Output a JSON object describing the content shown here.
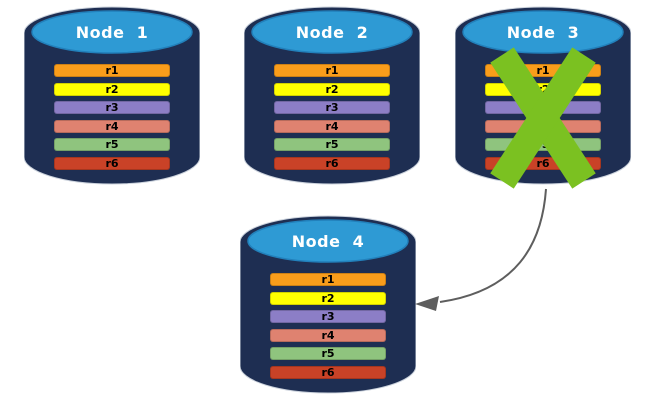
{
  "diagram": {
    "colors": {
      "background": "#FFFFFF",
      "cylinder_body": "#1E2E52",
      "cylinder_outline": "#CBD2DC",
      "cylinder_top": "#2E9AD4",
      "cylinder_top_stroke": "#2280BB",
      "title_text": "#FFFFFF",
      "row_text": "#000000",
      "x_mark": "#7BC121",
      "arrow": "#5E5E5E"
    },
    "nodes": [
      {
        "title": "Node  1",
        "failed": false,
        "rows": [
          {
            "label": "r1",
            "color": "#F99D1B"
          },
          {
            "label": "r2",
            "color": "#FFFF00"
          },
          {
            "label": "r3",
            "color": "#8C7EC6"
          },
          {
            "label": "r4",
            "color": "#DF8270"
          },
          {
            "label": "r5",
            "color": "#8FC47E"
          },
          {
            "label": "r6",
            "color": "#C94227"
          }
        ]
      },
      {
        "title": "Node  2",
        "failed": false,
        "rows": [
          {
            "label": "r1",
            "color": "#F99D1B"
          },
          {
            "label": "r2",
            "color": "#FFFF00"
          },
          {
            "label": "r3",
            "color": "#8C7EC6"
          },
          {
            "label": "r4",
            "color": "#DF8270"
          },
          {
            "label": "r5",
            "color": "#8FC47E"
          },
          {
            "label": "r6",
            "color": "#C94227"
          }
        ]
      },
      {
        "title": "Node  3",
        "failed": true,
        "rows": [
          {
            "label": "r1",
            "color": "#F99D1B"
          },
          {
            "label": "r2",
            "color": "#FFFF00"
          },
          {
            "label": "r3",
            "color": "#8C7EC6"
          },
          {
            "label": "r4",
            "color": "#DF8270"
          },
          {
            "label": "r5",
            "color": "#8FC47E"
          },
          {
            "label": "r6",
            "color": "#C94227"
          }
        ]
      },
      {
        "title": "Node  4",
        "failed": false,
        "rows": [
          {
            "label": "r1",
            "color": "#F99D1B"
          },
          {
            "label": "r2",
            "color": "#FFFF00"
          },
          {
            "label": "r3",
            "color": "#8C7EC6"
          },
          {
            "label": "r4",
            "color": "#DF8270"
          },
          {
            "label": "r5",
            "color": "#8FC47E"
          },
          {
            "label": "r6",
            "color": "#C94227"
          }
        ]
      }
    ],
    "arrow": {
      "from": "Node  3",
      "to": "Node  4",
      "color": "#5E5E5E"
    }
  }
}
